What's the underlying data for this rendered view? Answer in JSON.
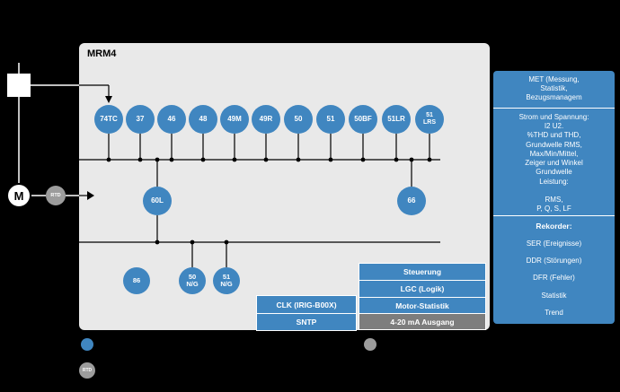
{
  "title": "MRM4",
  "colors": {
    "accent_blue": "#4086c0",
    "panel_gray": "#e9e9e9",
    "box_gray": "#7d7d7d"
  },
  "diagram": {
    "ansi_row": [
      "74TC",
      "37",
      "46",
      "48",
      "49M",
      "49R",
      "50",
      "51",
      "50BF",
      "51LR",
      "51\nLRS"
    ],
    "mid_row": [
      "60L",
      "66"
    ],
    "bottom_row": [
      "86",
      "50\nN/G",
      "51\nN/G"
    ],
    "motor_label": "M",
    "rtd_label": "RTD"
  },
  "boxes": {
    "clk": "CLK (IRIG-B00X)",
    "sntp": "SNTP",
    "steuerung": "Steuerung",
    "lgc": "LGC (Logik)",
    "motor_statistik": "Motor-Statistik",
    "analog_output": "4-20 mA Ausgang"
  },
  "side_panel": {
    "met": "MET (Messung,\nStatistik,\nBezugsmanagem",
    "measurements": "Strom und Spannung:\nI2 U2.\n%THD und THD,\nGrundwelle RMS,\nMax/Min/Mittel,\nZeiger und Winkel\nGrundwelle\nLeistung:\n\nRMS,\nP, Q, S, LF",
    "recorder_title": "Rekorder:",
    "recorder_items": [
      "SER (Ereignisse)",
      "DDR (Störungen)",
      "DFR (Fehler)",
      "Statistik",
      "Trend"
    ]
  },
  "legend": {
    "rtd": "RTD"
  }
}
